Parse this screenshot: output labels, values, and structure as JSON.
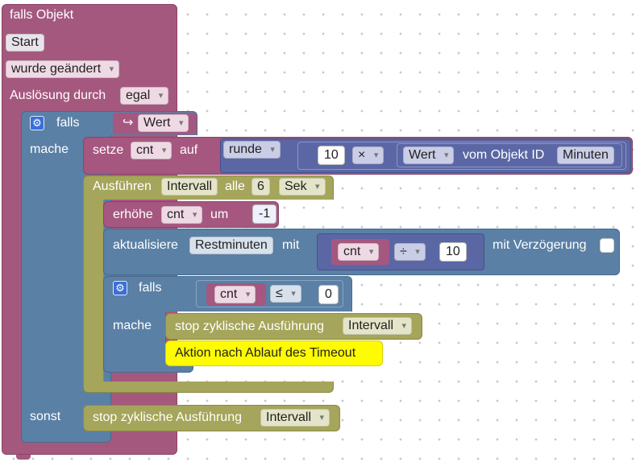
{
  "colors": {
    "event": "#a5587e",
    "logic": "#5b80a5",
    "variable": "#a5577f",
    "math": "#5b67a5",
    "action": "#a5a55b",
    "comment": "#fffb00"
  },
  "trigger": {
    "title": "falls Objekt",
    "object_field": "Start",
    "condition_dropdown": "wurde geändert",
    "source_label": "Auslösung durch",
    "source_dropdown": "egal",
    "else_label": "sonst"
  },
  "if_block": {
    "if_label": "falls",
    "then_label": "mache",
    "condition_prefix": "↪",
    "condition_dropdown": "Wert"
  },
  "set_block": {
    "label": "setze",
    "variable": "cnt",
    "to_label": "auf",
    "round_dropdown": "runde",
    "number": "10",
    "operator": "×",
    "value_dropdown": "Wert",
    "from_object_label": "vom Objekt ID",
    "object_id": "Minuten"
  },
  "interval_block": {
    "label": "Ausführen",
    "name_field": "Intervall",
    "every_label": "alle",
    "every_value": "6",
    "unit_dropdown": "Sek"
  },
  "increment_block": {
    "label": "erhöhe",
    "variable": "cnt",
    "by_label": "um",
    "value": "-1"
  },
  "update_block": {
    "label": "aktualisiere",
    "object_field": "Restminuten",
    "with_label": "mit",
    "variable": "cnt",
    "operator": "÷",
    "number": "10",
    "delay_label": "mit Verzögerung"
  },
  "inner_if": {
    "if_label": "falls",
    "then_label": "mache",
    "variable": "cnt",
    "comparator": "≤",
    "number": "0"
  },
  "stop_inner": {
    "label": "stop zyklische Ausführung",
    "dropdown": "Intervall"
  },
  "comment": {
    "text": "Aktion nach Ablauf des Timeout"
  },
  "stop_else": {
    "label": "stop zyklische Ausführung",
    "dropdown": "Intervall"
  }
}
